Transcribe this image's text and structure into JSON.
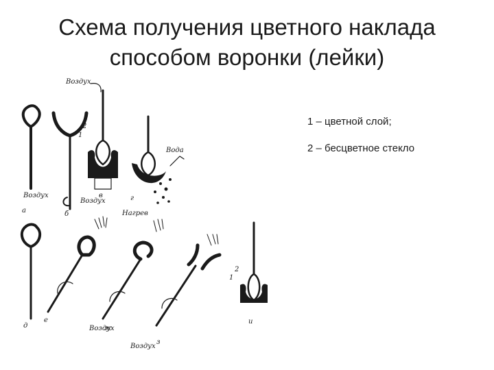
{
  "title": {
    "line1": "Схема получения цветного наклада",
    "line2": "способом воронки (лейки)"
  },
  "legend": {
    "item1": "1 – цветной слой;",
    "item2": "2 – бесцветное стекло"
  },
  "diagram": {
    "label_air_top": "Воздух",
    "label_water": "Вода",
    "label_air_a": "Воздух",
    "label_air_b": "Воздух",
    "label_heating": "Нагрев",
    "label_air_zh": "Воздух",
    "label_air_z": "Воздух",
    "num_1_top": "1",
    "num_2_top": "2",
    "num_1_bottom": "1",
    "num_2_bottom": "2",
    "letter_a": "а",
    "letter_b": "б",
    "letter_v": "в",
    "letter_g": "г",
    "letter_d": "д",
    "letter_e": "е",
    "letter_zh": "ж",
    "letter_z": "з",
    "letter_i": "и"
  }
}
